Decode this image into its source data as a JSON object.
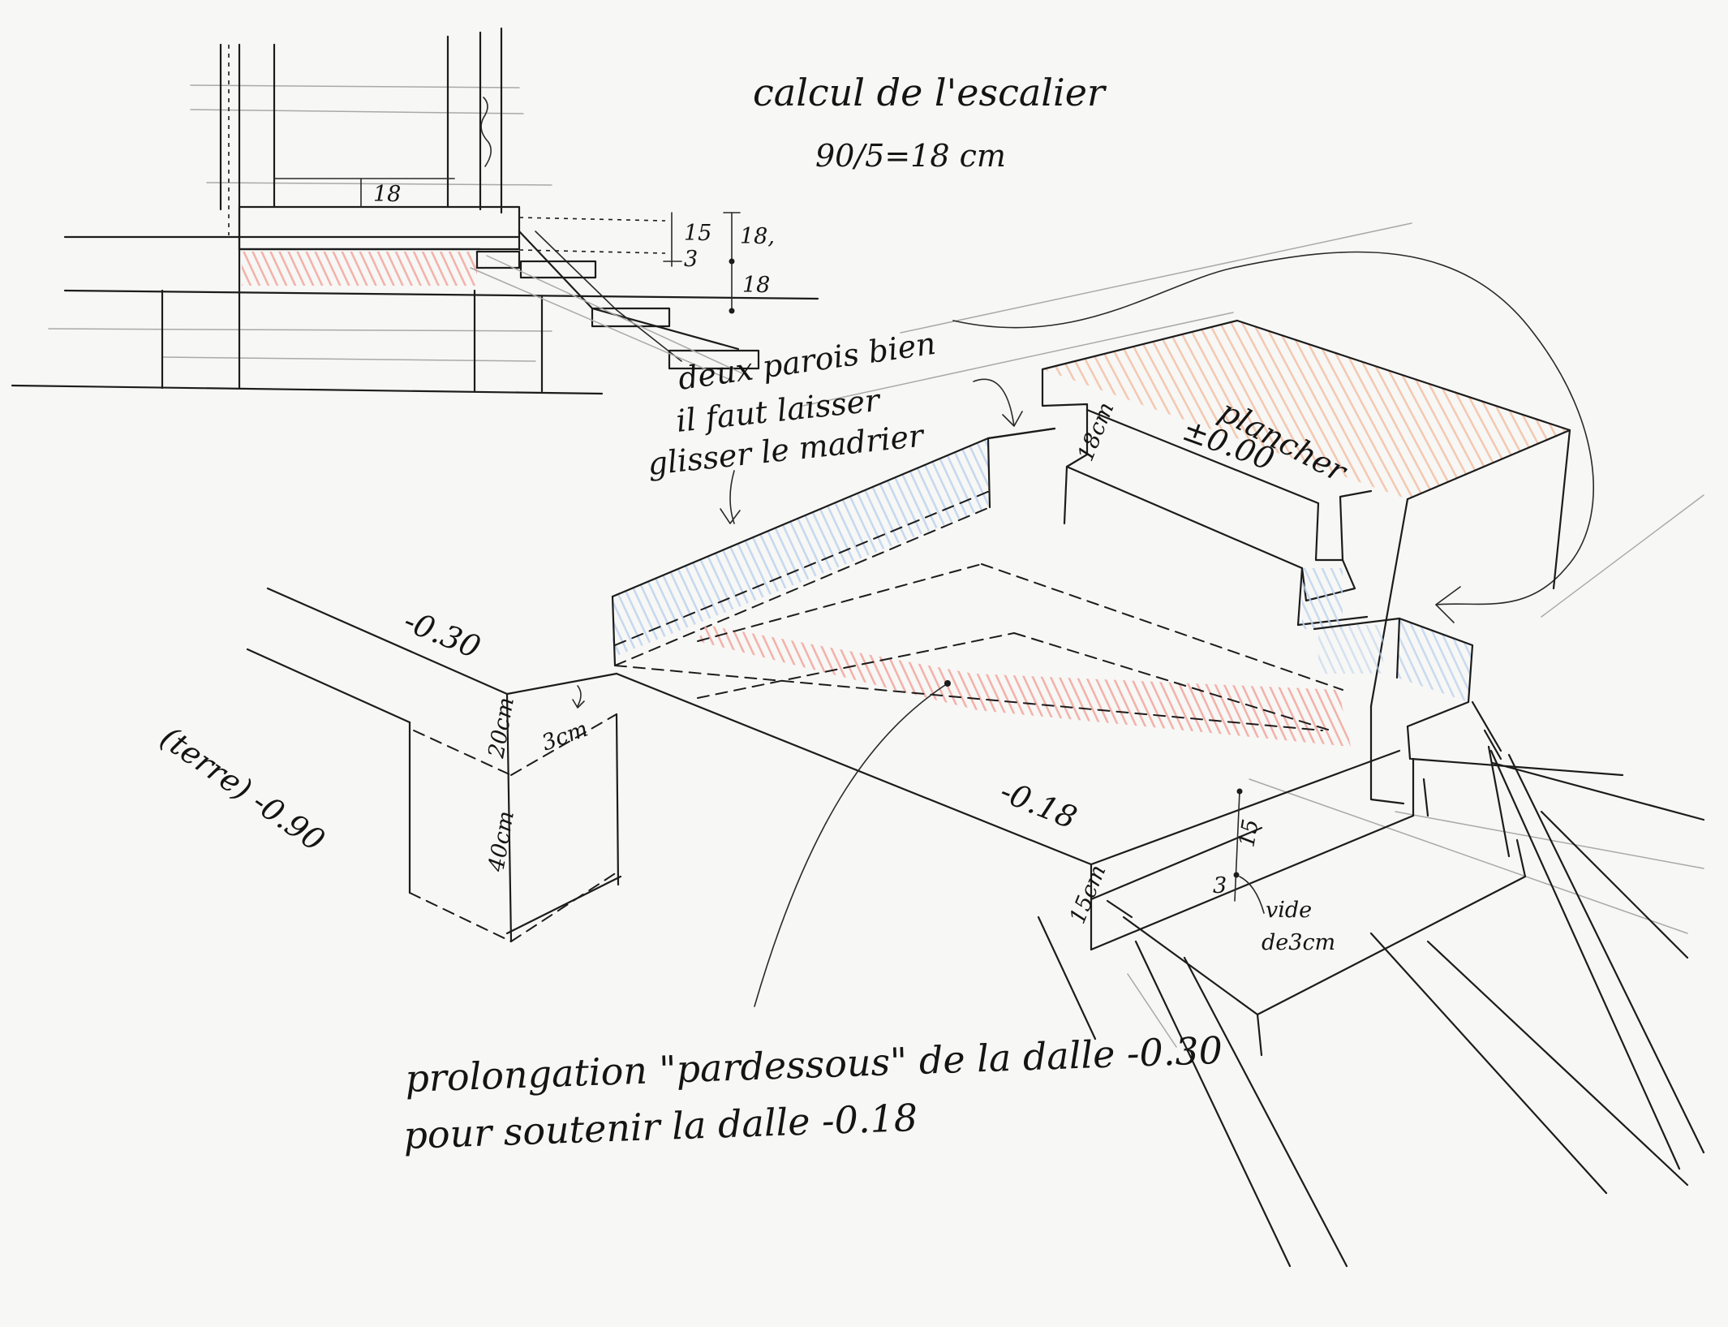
{
  "title": {
    "line1": "calcul de l'escalier",
    "line2": "90/5=18 cm"
  },
  "section_dims": {
    "tread": "18",
    "rise_15": "15",
    "rise_3": "3",
    "rise_18_top": "18,",
    "rise_18_bottom": "18"
  },
  "notes": {
    "walls_line1": "deux parois bien",
    "walls_line2": "il faut laisser",
    "walls_line3": "glisser le madrier",
    "plancher": "plancher",
    "plancher_level": "±0.00",
    "level_030": "-0.30",
    "terre": "(terre) -0.90",
    "dim_20cm": "20cm",
    "dim_40cm": "40cm",
    "dim_3cm": "3cm",
    "level_018": "-0.18",
    "dim_15cm": "15cm",
    "dim_15": "15",
    "dim_3": "3",
    "vide_line1": "vide",
    "vide_line2": "de3cm",
    "dim_18cm": "18cm"
  },
  "caption": {
    "line1": "prolongation \"pardessous\" de la dalle -0.30",
    "line2": "pour soutenir la dalle -0.18"
  },
  "colors": {
    "ink": "#1c1c1c",
    "pencil": "#a9a9a6",
    "red_hatch": "#f2a9a2",
    "blue_hatch": "#bcd3ee",
    "orange_hatch": "#f3c0a4"
  }
}
